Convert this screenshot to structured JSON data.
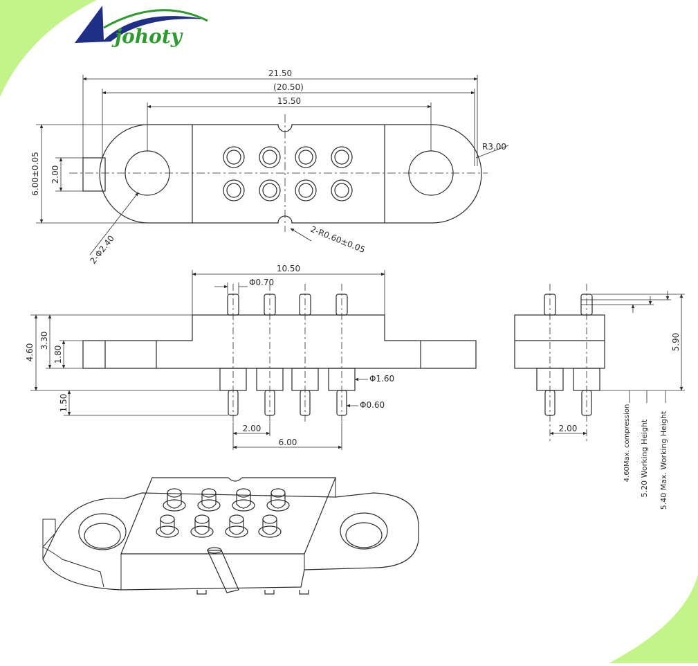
{
  "brand": {
    "name": "johoty",
    "colors": {
      "green": "#2f9a2f",
      "navy": "#1f2f86",
      "corner_green": "#b6f27a"
    }
  },
  "drawing": {
    "line_color": "#2a2a2a",
    "top_view": {
      "dim_overall": "21.50",
      "dim_ref": "(20.50)",
      "dim_holes": "15.50",
      "dim_height": "6.00±0.05",
      "dim_tab": "2.00",
      "dim_radius": "R3.00",
      "dim_hole_dia": "2-Φ2.40",
      "dim_notch": "2-R0.60±0.05"
    },
    "front_view": {
      "dim_body_width": "10.50",
      "dim_pin_tip": "Φ0.70",
      "dim_total_h": "4.60",
      "dim_body_h": "3.30",
      "dim_flange_h": "1.80",
      "dim_tail_len": "1.50",
      "dim_barrel": "Φ1.60",
      "dim_tail_dia": "Φ0.60",
      "dim_pitch": "2.00",
      "dim_span": "6.00"
    },
    "side_view": {
      "dim_total": "5.90",
      "dim_pitch": "2.00",
      "height_notes": [
        "4.60Max. compression",
        "5.20 Working Height",
        "5.40 Max. Working Height"
      ]
    }
  }
}
